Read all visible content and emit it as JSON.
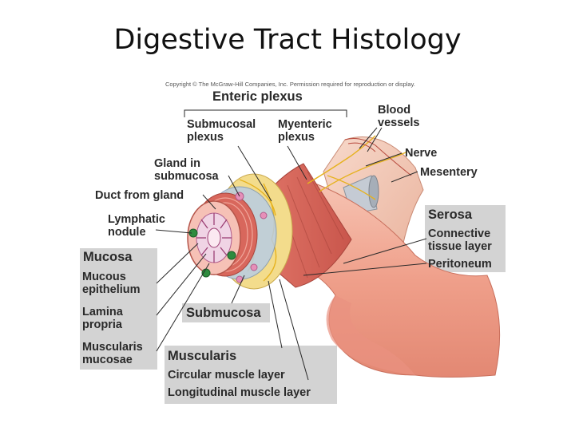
{
  "slide": {
    "title": "Digestive Tract Histology",
    "copyright": "Copyright © The McGraw-Hill Companies, Inc. Permission required for reproduction or display."
  },
  "labels": {
    "enteric_plexus": "Enteric plexus",
    "submucosal_plexus": [
      "Submucosal",
      "plexus"
    ],
    "myenteric_plexus": [
      "Myenteric",
      "plexus"
    ],
    "blood_vessels": [
      "Blood",
      "vessels"
    ],
    "nerve": "Nerve",
    "mesentery": "Mesentery",
    "gland_in_submucosa": [
      "Gland in",
      "submucosa"
    ],
    "duct_from_gland": "Duct from gland",
    "lymphatic_nodule": [
      "Lymphatic",
      "nodule"
    ],
    "mucosa_group": {
      "heading": "Mucosa",
      "items": [
        [
          "Mucous",
          "epithelium"
        ],
        [
          "Lamina",
          "propria"
        ],
        [
          "Muscularis",
          "mucosae"
        ]
      ]
    },
    "submucosa": "Submucosa",
    "muscularis_group": {
      "heading": "Muscularis",
      "items": [
        "Circular muscle layer",
        "Longitudinal muscle layer"
      ]
    },
    "serosa_group": {
      "heading": "Serosa",
      "items": [
        [
          "Connective",
          "tissue layer"
        ],
        [
          "Peritoneum"
        ]
      ]
    }
  },
  "colors": {
    "label_box": "#d3d3d3",
    "muscle": "#d8675c",
    "submucosa": "#f3dc8c",
    "mesentery": "#f2c7b4",
    "serosa": "#b9cde3",
    "nerve": "#e6b21e",
    "lymph_nodule": "#2e8b3e"
  }
}
